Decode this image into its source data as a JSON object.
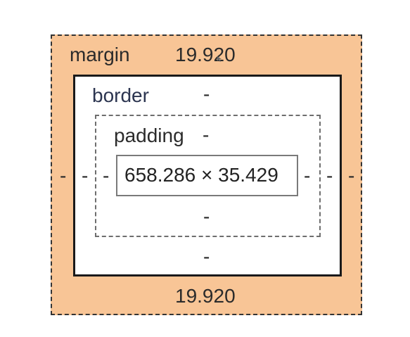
{
  "box_model": {
    "margin": {
      "label": "margin",
      "top": "19.920",
      "right": "-",
      "bottom": "19.920",
      "left": "-"
    },
    "border": {
      "label": "border",
      "top": "-",
      "right": "-",
      "bottom": "-",
      "left": "-"
    },
    "padding": {
      "label": "padding",
      "top": "-",
      "right": "-",
      "bottom": "-",
      "left": "-"
    },
    "content": {
      "size": "658.286 × 35.429"
    }
  },
  "colors": {
    "margin_fill": "#f8c596",
    "border_stroke": "#1a1a1a",
    "padding_stroke": "#6e6e6e",
    "content_stroke": "#7a7a7a",
    "text": "#2b2b2b"
  },
  "icons": {
    "cursor": "mouse-pointer-icon"
  }
}
